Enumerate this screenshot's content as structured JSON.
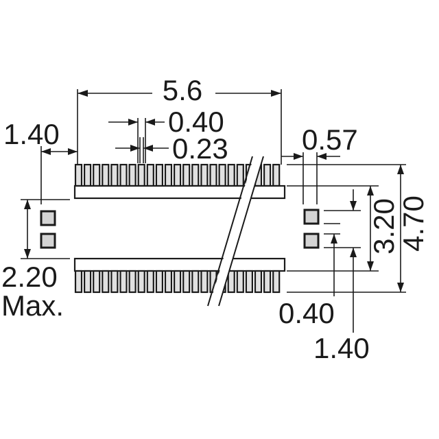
{
  "dimensions": {
    "overall_pin_span": "5.6",
    "pitch": "0.40",
    "pin_width": "0.23",
    "edge_offset": "1.40",
    "side_pad_offset": "0.57",
    "pad_gap": "2.20",
    "pad_gap_suffix": "Max.",
    "row_spacing": "3.20",
    "overall_height": "4.70",
    "pad_size": "0.40",
    "pad_pitch": "1.40"
  }
}
